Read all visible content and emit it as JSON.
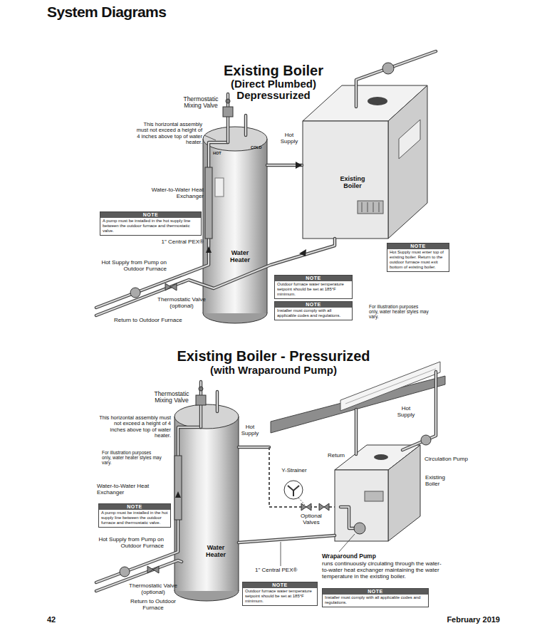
{
  "diagram": {
    "title": "System Diagrams",
    "nodes": [
      {
        "text": [
          "Water Heater"
        ]
      },
      {
        "text": [
          "Existing Boiler"
        ]
      },
      {
        "text": [
          "NOTE",
          "A pump must be installed in the hot supply line between the outdoor furnace and thermostatic valve."
        ]
      },
      {
        "text": [
          "NOTE",
          "Hot Supply must enter top of existing boiler. Return to the outdoor furnace must exit bottom of existing boiler."
        ]
      },
      {
        "text": [
          "NOTE",
          "Outdoor furnace water temperature setpoint should be set at 185°F minimum."
        ]
      },
      {
        "text": [
          "NOTE",
          "Installer must comply with all applicable codes and regulations."
        ]
      },
      {
        "text": [
          "NOTE",
          "A pump must be installed in the hot supply line between the outdoor furnace and thermostatic valve."
        ]
      },
      {
        "text": [
          "Water Heater"
        ]
      },
      {
        "text": [
          "NOTE",
          "Outdoor furnace water temperature setpoint should be set at 185°F minimum."
        ]
      },
      {
        "text": [
          "NOTE",
          "Installer must comply with all applicable codes and regulations."
        ]
      }
    ],
    "edges": [
      {
        "from": 0,
        "to": 1,
        "arrow": "to"
      }
    ],
    "labels": [
      "Existing Boiler",
      "(Direct Plumbed)",
      "Depressurized",
      "Thermostatic Mixing Valve",
      "This horizontal assembly must not exceed a height of 4 inches above top of water heater.",
      "HOT",
      "COLD",
      "Hot Supply",
      "Water-to-Water Heat Exchanger",
      "1\" Central PEX®",
      "Hot Supply from Pump on Outdoor Furnace",
      "Thermostatic Valve (optional)",
      "Return to Outdoor Furnace",
      "For illustration purposes only, water heater styles may vary.",
      "Existing Boiler - Pressurized",
      "(with Wraparound Pump)",
      "Thermostatic Mixing Valve",
      "This horizontal assembly must not exceed a height of 4 inches above top of water heater.",
      "For illustration purposes only, water heater styles may vary.",
      "Hot Supply",
      "Hot Supply",
      "Return",
      "Circulation Pump",
      "Existing Boiler",
      "Y-Strainer",
      "Optional Valves",
      "Water-to-Water Heat Exchanger",
      "Hot Supply from Pump on Outdoor Furnace",
      "1\" Central PEX®",
      "Thermostatic Valve (optional)",
      "Return to Outdoor Furnace",
      "Wraparound Pump",
      "runs continuously circulating through the water-to-water heat exchanger maintaining the water temperature in the existing boiler.",
      "42",
      "February 2019"
    ]
  }
}
